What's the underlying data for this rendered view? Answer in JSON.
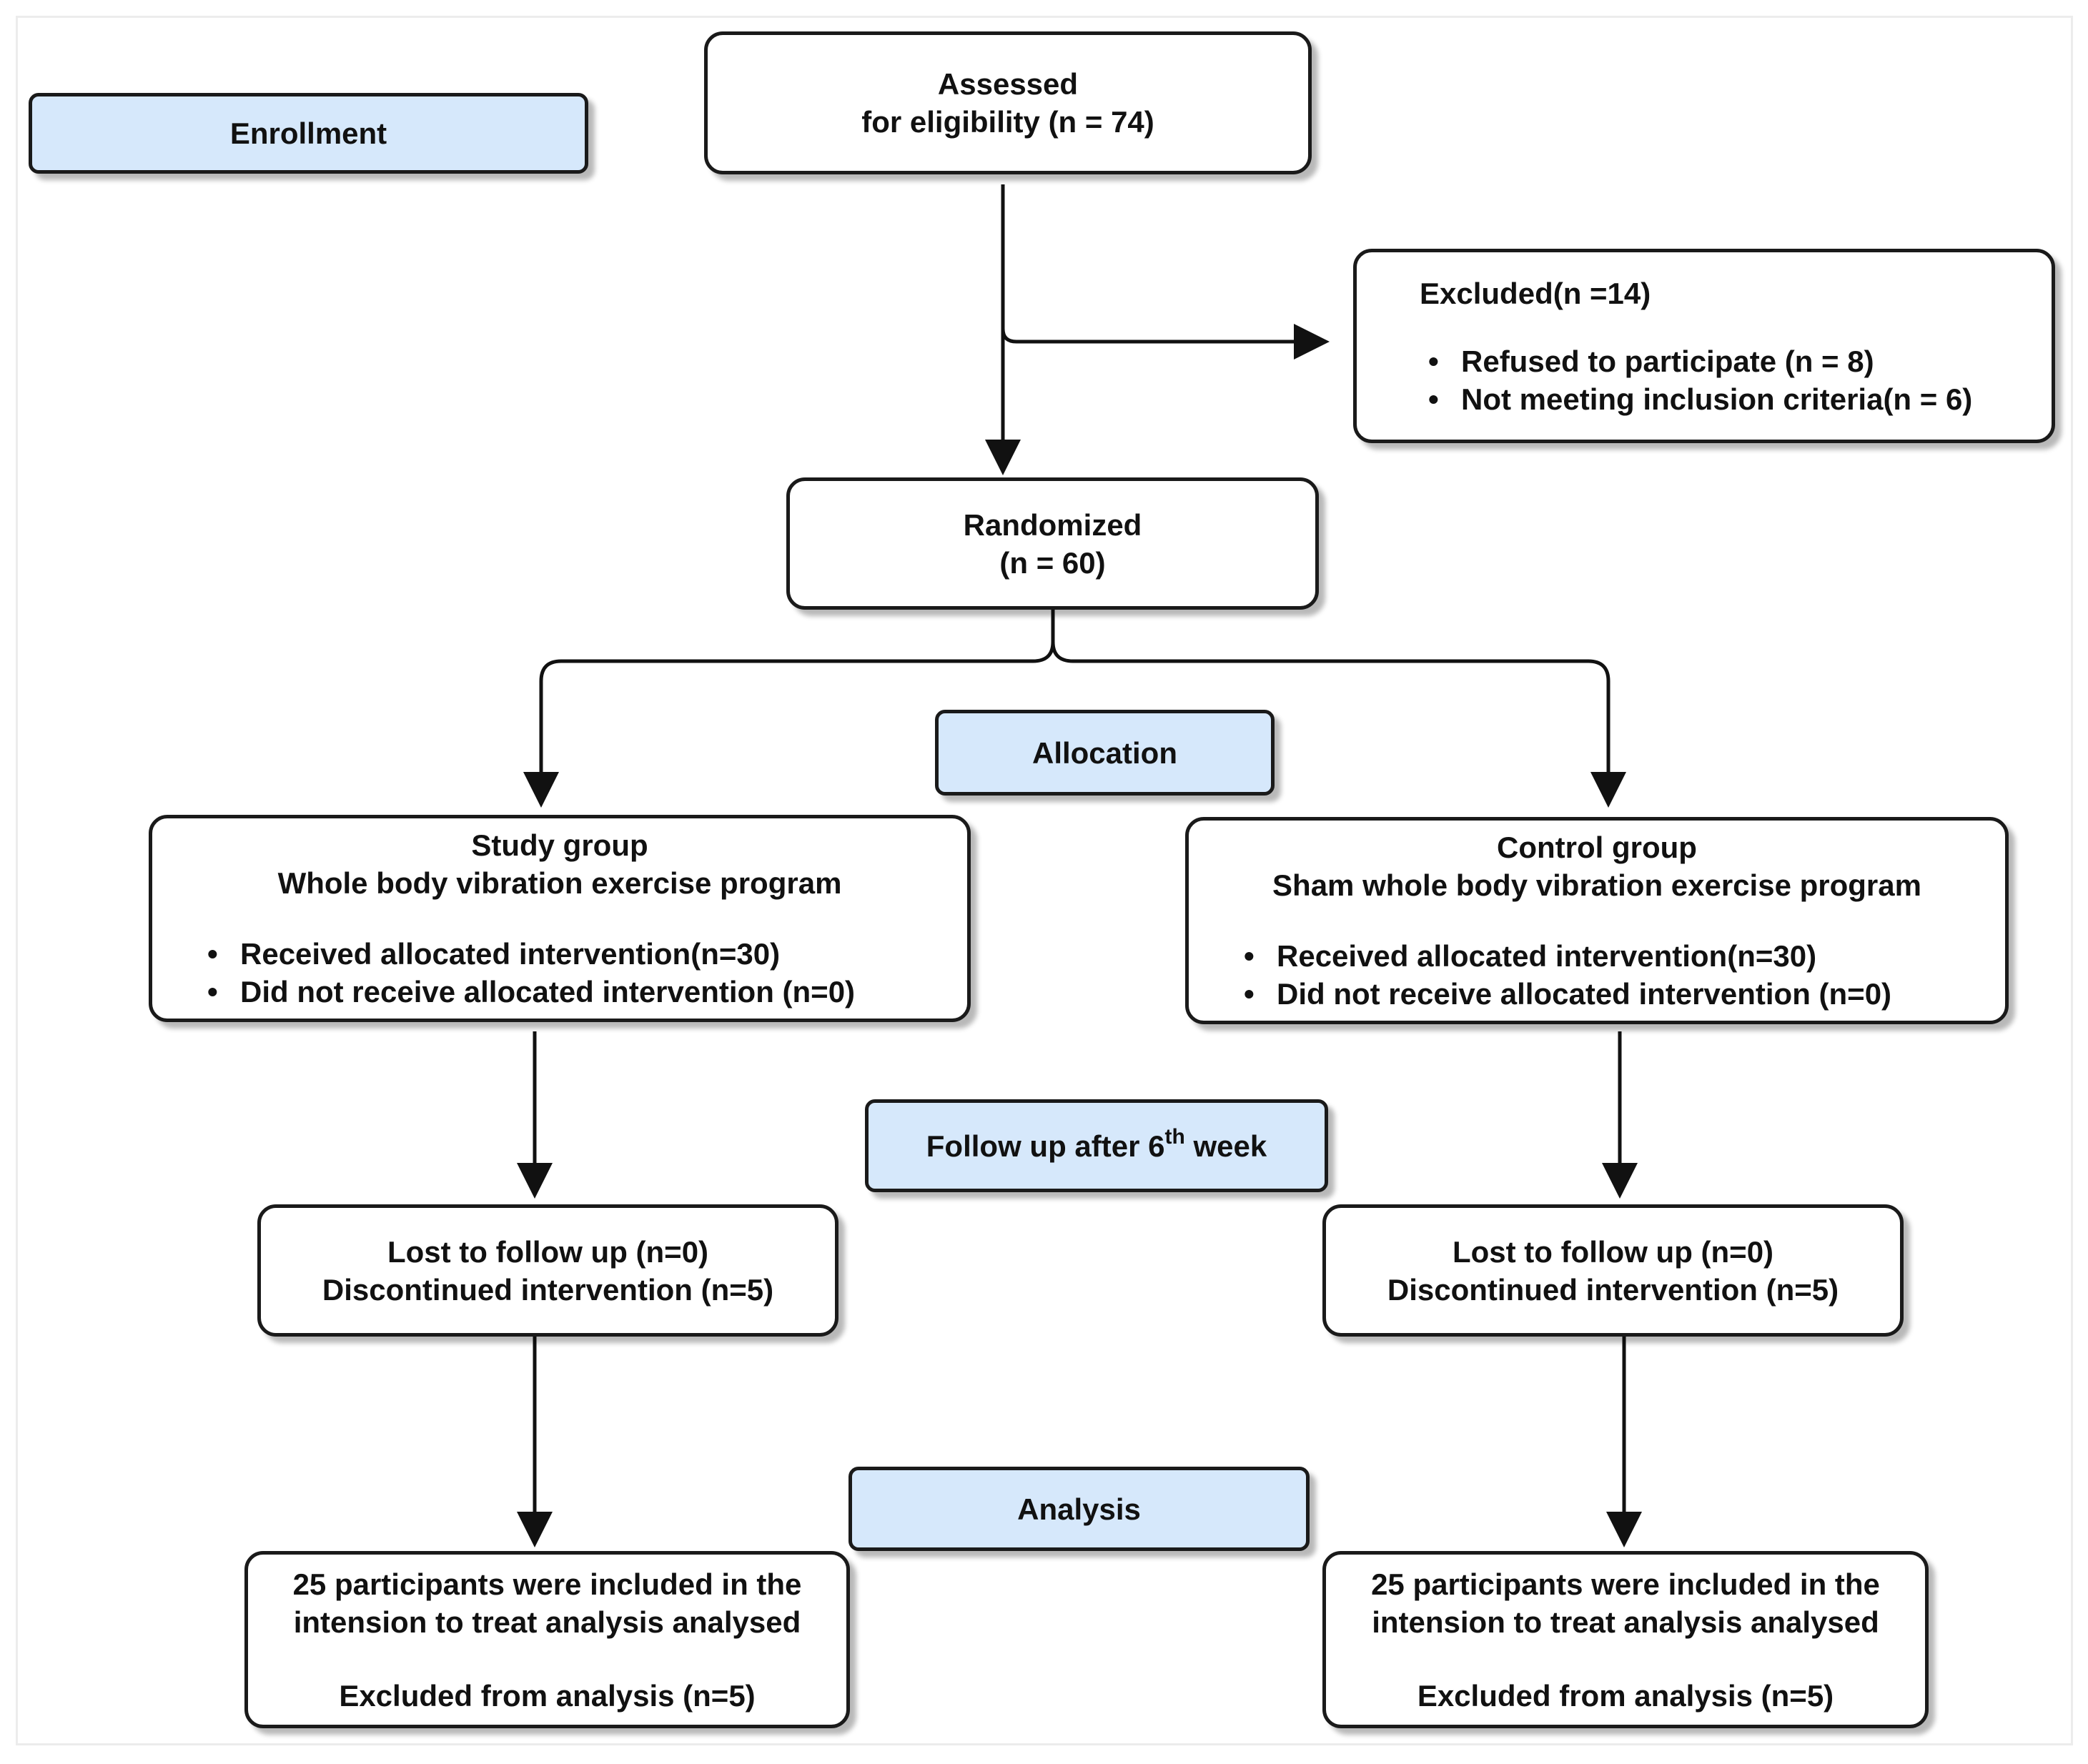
{
  "stages": {
    "enrollment": "Enrollment",
    "allocation": "Allocation",
    "follow_up": {
      "prefix": "Follow up after 6",
      "superscript": "th",
      "suffix": " week"
    },
    "analysis": "Analysis"
  },
  "assessed": {
    "line1": "Assessed",
    "line2": "for eligibility (n = 74)"
  },
  "excluded": {
    "title": "Excluded(n =14)",
    "items": [
      "Refused to participate (n = 8)",
      "Not meeting inclusion criteria(n = 6)"
    ]
  },
  "randomized": {
    "line1": "Randomized",
    "line2": "(n = 60)"
  },
  "study_group": {
    "title": "Study group",
    "subtitle": "Whole body vibration exercise program",
    "items": [
      "Received allocated intervention(n=30)",
      "Did not receive allocated intervention (n=0)"
    ]
  },
  "control_group": {
    "title": "Control group",
    "subtitle": "Sham whole body vibration exercise program",
    "items": [
      "Received allocated intervention(n=30)",
      "Did not receive allocated intervention (n=0)"
    ]
  },
  "followup_study": {
    "line1": "Lost to follow up (n=0)",
    "line2": "Discontinued intervention (n=5)"
  },
  "followup_control": {
    "line1": "Lost to follow up (n=0)",
    "line2": "Discontinued intervention (n=5)"
  },
  "analysis_study": {
    "line1": "25 participants were included in the",
    "line2": "intension to treat analysis analysed",
    "line3": "Excluded from analysis (n=5)"
  },
  "analysis_control": {
    "line1": "25 participants were included in the",
    "line2": "intension to treat analysis analysed",
    "line3": "Excluded from analysis (n=5)"
  }
}
